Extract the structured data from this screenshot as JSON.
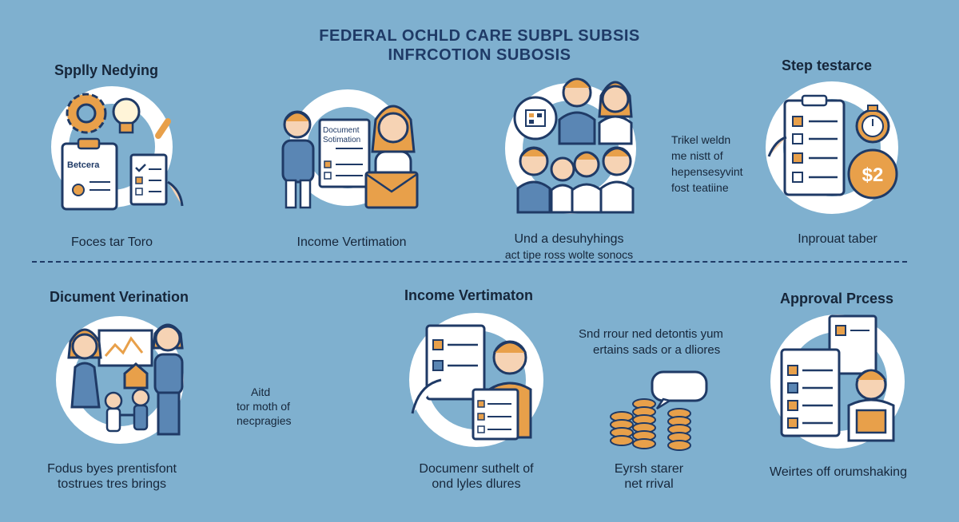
{
  "title": {
    "line1": "FEDERAL OCHLD CARE SUBPL SUBSIS",
    "line2": "INFRCOTION SUBOSIS"
  },
  "top_row": {
    "panel1": {
      "heading": "Spplly Nedying",
      "caption": "Foces tar Toro",
      "label": "Betcera"
    },
    "panel2": {
      "caption": "Income Vertimation",
      "label_line1": "Document",
      "label_line2": "Sotimation"
    },
    "panel3": {
      "caption_line1": "Und a desuhyhings",
      "caption_line2": "act tipe ross wolte sonocs"
    },
    "panel3_note": {
      "line1": "Trikel weldn",
      "line2": "me nistt of",
      "line3": "hepensesyvint",
      "line4": "fost teatiine"
    },
    "panel4": {
      "heading": "Step testarce",
      "caption": "Inprouat taber",
      "coin_label": "$2"
    }
  },
  "bottom_row": {
    "panel1": {
      "heading": "Dicument Verination",
      "caption_line1": "Fodus byes prentisfont",
      "caption_line2": "tostrues tres brings"
    },
    "side_note": {
      "line1": "Aitd",
      "line2": "tor moth of",
      "line3": "necpragies"
    },
    "panel2": {
      "heading": "Income Vertimaton",
      "caption_line1": "Documenr suthelt of",
      "caption_line2": "ond lyles dlures"
    },
    "panel3": {
      "note_line1": "Snd rrour ned detontis yum",
      "note_line2": "ertains sads or a dliores",
      "caption_line1": "Eyrsh starer",
      "caption_line2": "net rrival"
    },
    "panel4": {
      "heading": "Approval Prcess",
      "caption": "Weirtes off orumshaking"
    }
  },
  "colors": {
    "background": "#7fb0cf",
    "ring": "#ffffff",
    "navy": "#1f3a66",
    "orange": "#e8a04a",
    "skin": "#f6d3b4",
    "blue_shirt": "#5a86b4"
  }
}
